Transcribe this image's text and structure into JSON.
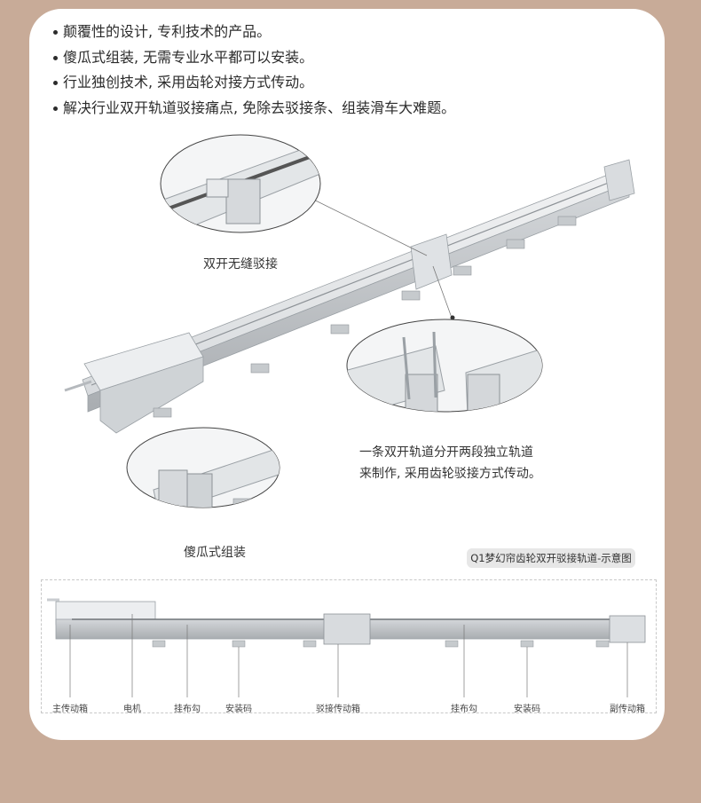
{
  "bullets": [
    "颠覆性的设计, 专利技术的产品。",
    "傻瓜式组装, 无需专业水平都可以安装。",
    "行业独创技术, 采用齿轮对接方式传动。",
    "解决行业双开轨道驳接痛点, 免除去驳接条、组装滑车大难题。"
  ],
  "callouts": {
    "seamless": "双开无缝驳接",
    "split_line1": "一条双开轨道分开两段独立轨道",
    "split_line2": "来制作, 采用齿轮驳接方式传动。",
    "easy": "傻瓜式组装"
  },
  "diagram": {
    "title": "Q1梦幻帘齿轮双开驳接轨道-示意图",
    "parts": [
      "主传动箱",
      "电机",
      "挂布勾",
      "安装码",
      "驳接传动箱",
      "挂布勾",
      "安装码",
      "副传动箱"
    ]
  },
  "colors": {
    "background": "#c8ab98",
    "card": "#ffffff",
    "rail": "#e2e4e6",
    "rail_dark": "#b7bbbf"
  }
}
